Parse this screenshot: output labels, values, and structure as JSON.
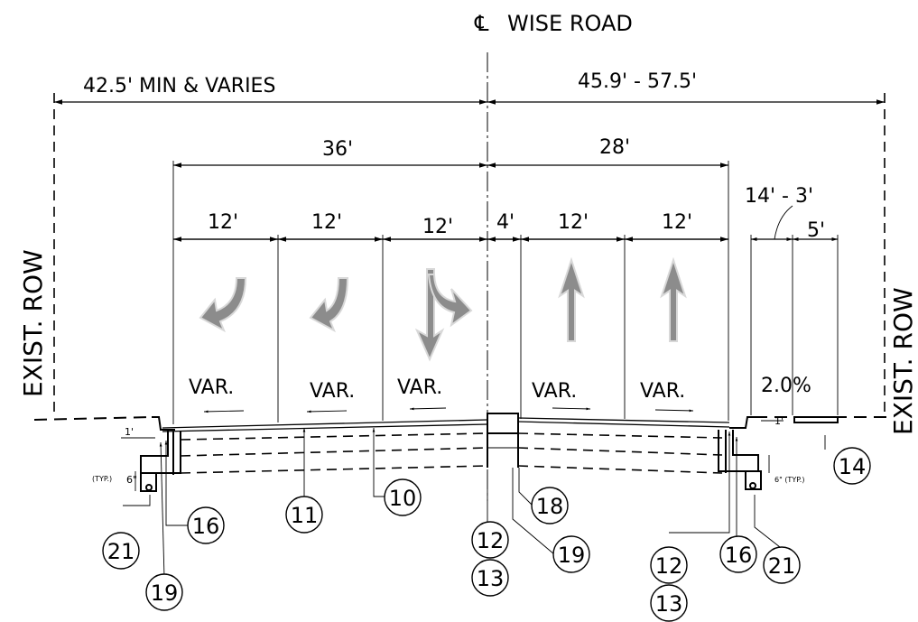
{
  "title": {
    "symbol": "℄",
    "road": "WISE ROAD"
  },
  "row": {
    "left": "EXIST. ROW",
    "right": "EXIST. ROW"
  },
  "dims": {
    "left_total": "42.5' MIN & VARIES",
    "right_total": "45.9' - 57.5'",
    "left_pavement": "36'",
    "right_pavement": "28'",
    "lanes": [
      "12'",
      "12'",
      "12'",
      "4'",
      "12'",
      "12'"
    ],
    "sidewalk_total": "14' - 3'",
    "sidewalk": "5'",
    "curb_offset_left": "1'",
    "curb_offset_right": "1'",
    "curb_depth_left": "6\"",
    "curb_depth_right": "6\" (TYP.)",
    "typ_left": "(TYP.)"
  },
  "slopes": [
    "VAR.",
    "VAR.",
    "VAR.",
    "VAR.",
    "VAR.",
    "2.0%"
  ],
  "callouts": {
    "c10": "10",
    "c11": "11",
    "c12a": "12",
    "c13a": "13",
    "c12b": "12",
    "c13b": "13",
    "c14": "14",
    "c16a": "16",
    "c16b": "16",
    "c18": "18",
    "c19a": "19",
    "c19b": "19",
    "c21a": "21",
    "c21b": "21"
  },
  "icons": {
    "lane1": "left-turn-arrow-icon",
    "lane2": "left-turn-arrow-icon",
    "lane3": "through-right-arrow-icon",
    "lane5": "through-arrow-icon",
    "lane6": "through-arrow-icon"
  }
}
